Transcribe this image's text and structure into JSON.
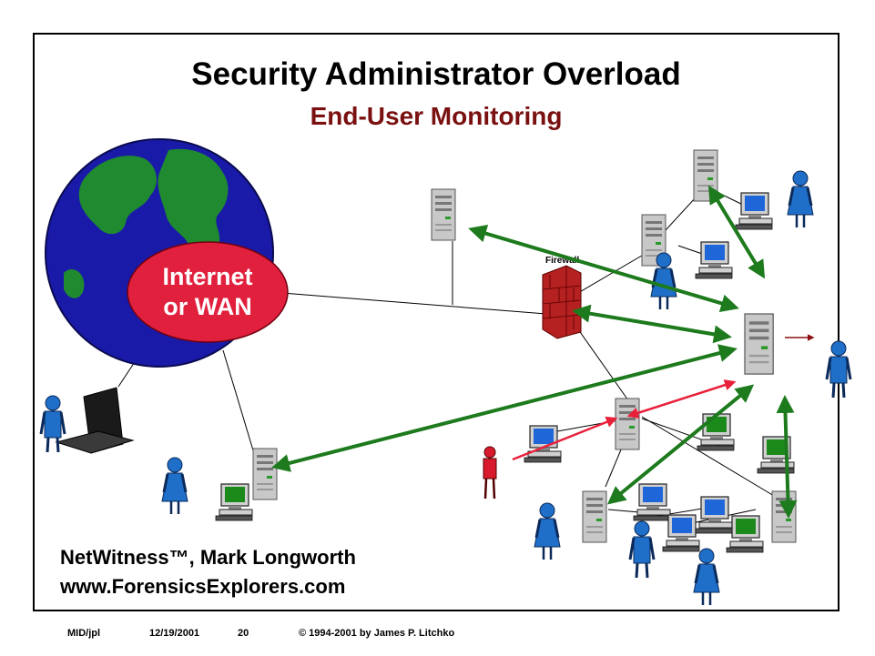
{
  "slide": {
    "title": "Security Administrator Overload",
    "subtitle": "End-User Monitoring"
  },
  "diagram": {
    "internet_label_line1": "Internet",
    "internet_label_line2": "or WAN",
    "firewall_label": "Firewall",
    "colors": {
      "monitoring_arrow": "#1d7a1d",
      "intruder_arrow": "#e8203a",
      "firewall": "#b52020",
      "globe_ocean": "#1a1aa8",
      "globe_land": "#1f8a30",
      "internet_ellipse": "#e0203c",
      "person": "#1f6fc8",
      "intruder": "#d81b2c",
      "subtitle": "#7a1010"
    }
  },
  "credits": {
    "line1": "NetWitness™, Mark Longworth",
    "line2": "www.ForensicsExplorers.com"
  },
  "footer": {
    "id": "MID/jpl",
    "date": "12/19/2001",
    "page": "20",
    "copyright": "© 1994-2001 by James P. Litchko"
  }
}
